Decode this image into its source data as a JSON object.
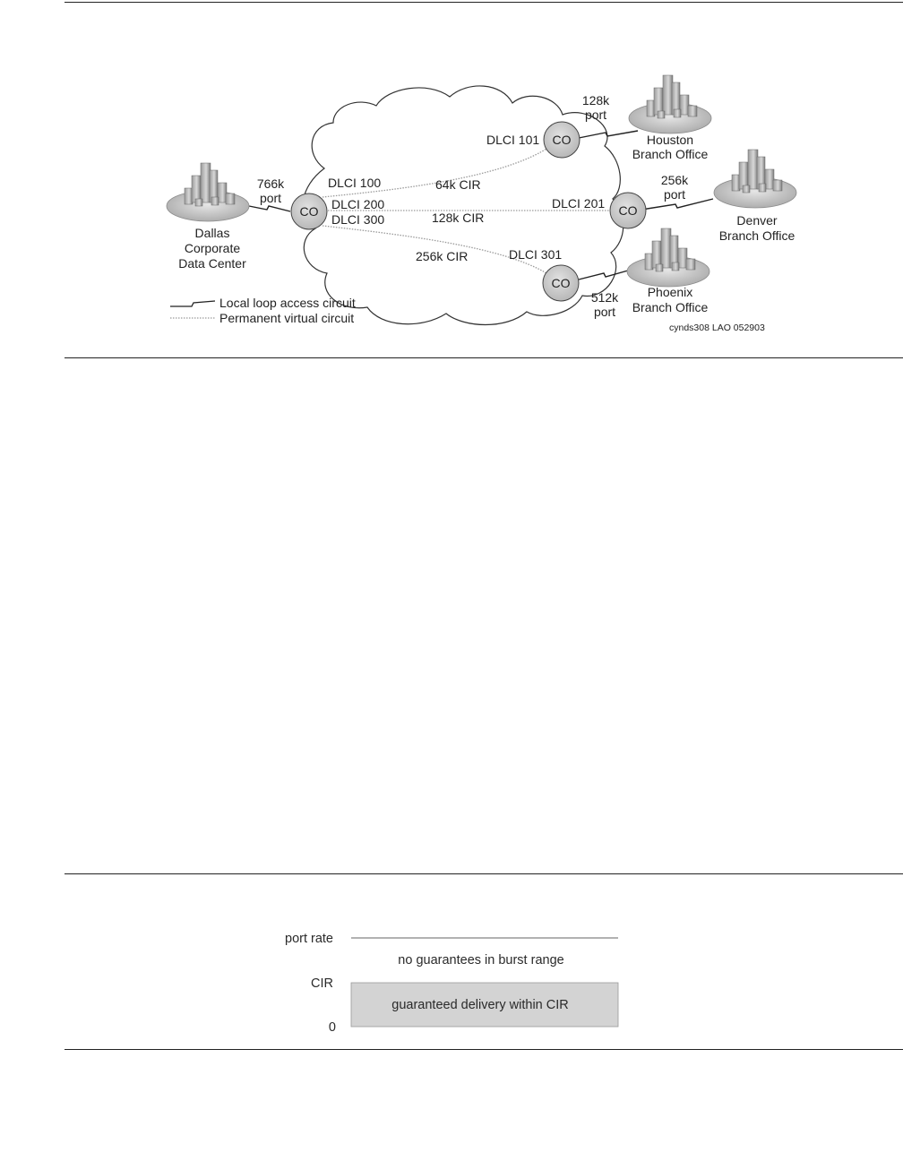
{
  "network_diagram": {
    "dallas": {
      "port": [
        "766k",
        "port"
      ],
      "name": [
        "Dallas",
        "Corporate",
        "Data Center"
      ],
      "co": "CO"
    },
    "houston": {
      "port": [
        "128k",
        "port"
      ],
      "name": [
        "Houston",
        "Branch Office"
      ],
      "co": "CO",
      "dlci": "DLCI 101"
    },
    "denver": {
      "port": [
        "256k",
        "port"
      ],
      "name": [
        "Denver",
        "Branch Office"
      ],
      "co": "CO",
      "dlci": "DLCI 201"
    },
    "phoenix": {
      "port": [
        "512k",
        "port"
      ],
      "name": [
        "Phoenix",
        "Branch Office"
      ],
      "co": "CO",
      "dlci": "DLCI 301"
    },
    "dallas_dlcis": [
      "DLCI 100",
      "DLCI 200",
      "DLCI 300"
    ],
    "cirs": [
      "64k CIR",
      "128k CIR",
      "256k CIR"
    ],
    "legend": {
      "local_loop": "Local loop access circuit",
      "pvc": "Permanent virtual circuit"
    },
    "figure_id": "cynds308 LAO 052903"
  },
  "cir_diagram": {
    "label_port_rate": "port rate",
    "label_cir": "CIR",
    "label_zero": "0",
    "burst_text": "no guarantees in burst range",
    "guaranteed_text": "guaranteed delivery within CIR",
    "fill_color": "#d3d3d3"
  }
}
